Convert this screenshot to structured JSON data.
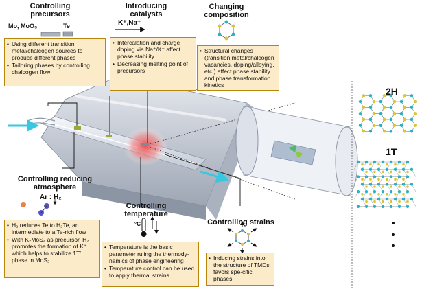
{
  "headings": {
    "precursors": "Controlling\nprecursors",
    "catalysts": "Introducing\ncatalysts",
    "composition": "Changing\ncomposition",
    "atmosphere": "Controlling reducing\natmosphere",
    "temperature": "Controlling\ntemperature",
    "strains": "Controlling strains"
  },
  "labels": {
    "mo_source": "Mo, MoO₃",
    "te_source": "Te",
    "catalyst_ions": "K⁺,Na⁺",
    "ar_h2": "Ar :  H₂",
    "temp_unit": "°C"
  },
  "boxes": {
    "precursors": [
      "Using different transition metal/chalcogen sources to produce different phases",
      "Tailoring phases by controlling chalcogen flow"
    ],
    "catalysts": [
      "Intercalation and charge doping via Na⁺/K⁺ affect phase stability",
      "Decreasing melting point of precursors"
    ],
    "composition": [
      "Structural changes (transition metal/chalcogen vacancies, doping/alloying, etc.) affect phase stability and phase transformation kinetics"
    ],
    "atmosphere": [
      "H₂ reduces Te to H₂Te, an intermediate to a Te-rich flow",
      "With K₂MoS₄ as precursor, H₂ promotes the formation of K⁺ which helps to stabilize 1T′ phase in MoS₂"
    ],
    "temperature": [
      "Temperature is the basic parameter ruling the thermody-namics of phase engineering",
      "Temperature control can be used to apply thermal strains"
    ],
    "strains": [
      "Inducing strains into the structure of TMDs favors spe-cific phases"
    ]
  },
  "phases": [
    "2H",
    "1T"
  ],
  "colors": {
    "box_fill": "#fcebc8",
    "box_border": "#b8860b",
    "metal_atom": "#2ab0c4",
    "chalcogen_atom": "#d9c33a",
    "furnace": "#c9ced8",
    "flow_arrow": "#35c8e0",
    "hot_zone": "#f06a6a"
  }
}
